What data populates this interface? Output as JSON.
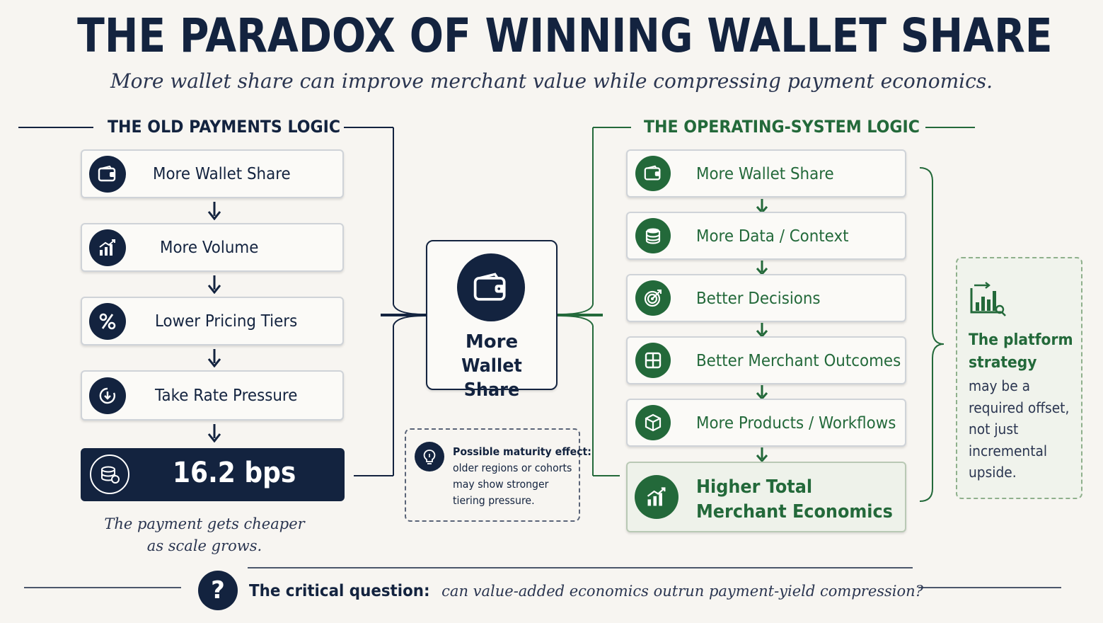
{
  "title": "THE PARADOX OF WINNING WALLET SHARE",
  "subtitle": "More wallet share can improve merchant value while compressing payment economics.",
  "colors": {
    "navy": "#13233f",
    "green": "#23693a",
    "light_green_bg": "#eef2ea",
    "background": "#f7f5f1"
  },
  "old_logic": {
    "heading": "THE OLD PAYMENTS LOGIC",
    "steps": [
      {
        "label": "More Wallet Share",
        "icon": "wallet-icon"
      },
      {
        "label": "More Volume",
        "icon": "bar-chart-icon"
      },
      {
        "label": "Lower Pricing Tiers",
        "icon": "percent-icon"
      },
      {
        "label": "Take Rate Pressure",
        "icon": "clock-down-icon"
      }
    ],
    "result": {
      "value": "16.2 bps",
      "icon": "coins-icon"
    },
    "note_line1": "The payment gets cheaper",
    "note_line2": "as scale grows."
  },
  "center": {
    "label_line1": "More",
    "label_line2": "Wallet Share",
    "icon": "wallet-icon"
  },
  "maturity_note": {
    "heading": "Possible maturity effect:",
    "lines": [
      "older regions or cohorts",
      "may show stronger",
      "tiering pressure."
    ],
    "icon": "lightbulb-icon"
  },
  "os_logic": {
    "heading": "THE OPERATING-SYSTEM LOGIC",
    "steps": [
      {
        "label": "More Wallet Share",
        "icon": "wallet-icon"
      },
      {
        "label": "More Data / Context",
        "icon": "database-icon"
      },
      {
        "label": "Better Decisions",
        "icon": "target-icon"
      },
      {
        "label": "Better Merchant Outcomes",
        "icon": "grid-icon"
      },
      {
        "label": "More Products / Workflows",
        "icon": "box-icon"
      }
    ],
    "result": {
      "line1": "Higher Total",
      "line2": "Merchant Economics",
      "icon": "growth-chart-icon"
    }
  },
  "platform_note": {
    "bold_line1": "The platform",
    "bold_line2": "strategy",
    "lines": [
      "may be a",
      "required offset,",
      "not just",
      "incremental",
      "upside."
    ],
    "icon": "chart-analysis-icon"
  },
  "footer": {
    "icon": "question-icon",
    "bold": "The critical question:",
    "italic": "can value-added economics outrun payment-yield compression?"
  }
}
